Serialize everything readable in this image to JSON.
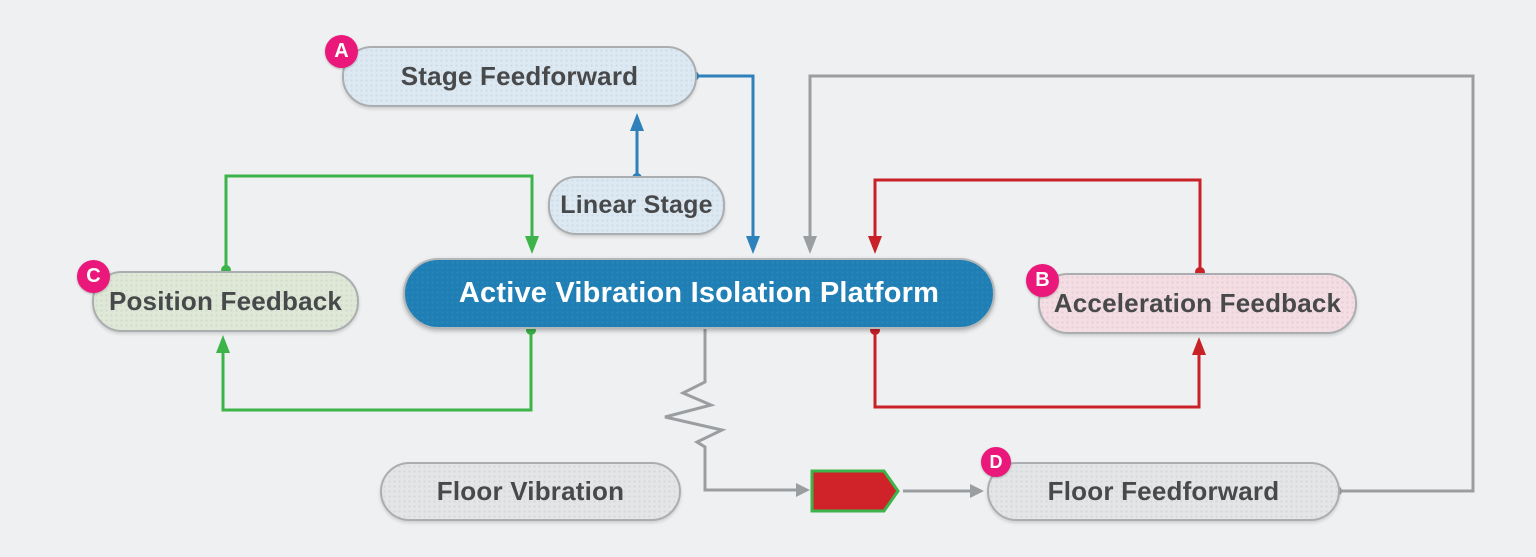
{
  "nodes": {
    "stage_feedforward": {
      "label": "Stage Feedforward",
      "badge": "A"
    },
    "linear_stage": {
      "label": "Linear Stage"
    },
    "platform": {
      "label": "Active Vibration Isolation Platform"
    },
    "position_feedback": {
      "label": "Position Feedback",
      "badge": "C"
    },
    "acceleration_feedback": {
      "label": "Acceleration Feedback",
      "badge": "B"
    },
    "floor_vibration": {
      "label": "Floor Vibration"
    },
    "floor_feedforward": {
      "label": "Floor Feedforward",
      "badge": "D"
    }
  },
  "edges": [
    {
      "from": "stage_feedforward",
      "to": "platform",
      "color": "#2e81ba",
      "name": "blue feedforward arrow"
    },
    {
      "from": "linear_stage",
      "to": "stage_feedforward",
      "color": "#2e81ba",
      "name": "blue stage sensing arrow"
    },
    {
      "from": "platform",
      "to": "position_feedback",
      "color": "#3cb44a",
      "name": "green position sense loop"
    },
    {
      "from": "position_feedback",
      "to": "platform",
      "color": "#3cb44a",
      "name": "green position correction loop"
    },
    {
      "from": "platform",
      "to": "acceleration_feedback",
      "color": "#c92128",
      "name": "red acceleration sense loop"
    },
    {
      "from": "acceleration_feedback",
      "to": "platform",
      "color": "#c92128",
      "name": "red acceleration correction loop"
    },
    {
      "from": "floor_vibration_spring",
      "to": "actuator",
      "color": "#9b9ea1",
      "name": "gray floor vibration path through spring"
    },
    {
      "from": "actuator",
      "to": "floor_feedforward",
      "color": "#9b9ea1",
      "name": "gray actuator sense arrow"
    },
    {
      "from": "floor_feedforward",
      "to": "platform",
      "color": "#9b9ea1",
      "name": "gray floor feedforward correction loop"
    }
  ],
  "icons": {
    "spring": "spring-zigzag",
    "actuator": "red-pentagon-actuator"
  },
  "colors": {
    "background": "#eff0f1",
    "platform_fill": "#1f7fb5",
    "platform_text": "#ffffff",
    "badge_fill": "#ea187b",
    "box_border": "#abaeb0",
    "box_blue": "#dce9f2",
    "box_green": "#dfe8d6",
    "box_pink": "#f4dde3",
    "box_gray": "#e4e5e6",
    "arrow_blue": "#2e81ba",
    "arrow_green": "#3cb44a",
    "arrow_red": "#c92128",
    "arrow_gray": "#9b9ea1",
    "actuator_fill": "#cf2329",
    "actuator_border": "#3cb44a",
    "label_text": "#48494b"
  }
}
